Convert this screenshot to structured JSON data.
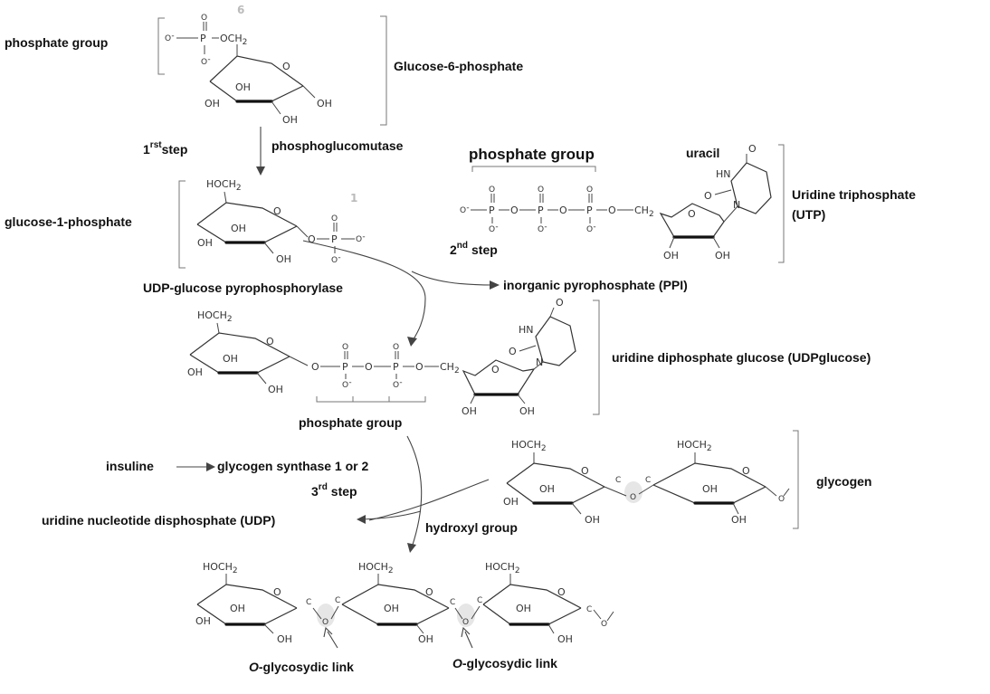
{
  "labels": {
    "phosphate_group_top": "phosphate group",
    "glucose6p": "Glucose-6-phosphate",
    "first_step": "1",
    "first_step_sup": "rst",
    "first_step_word": "step",
    "phosphoglucomutase": "phosphoglucomutase",
    "phosphate_group_utp": "phosphate group",
    "uracil": "uracil",
    "utp_line1": "Uridine triphosphate",
    "utp_line2": "(UTP)",
    "glucose1p": "glucose-1-phosphate",
    "second_step": "2",
    "second_step_sup": "nd",
    "second_step_word": "step",
    "ppi": "inorganic pyrophosphate (PPI)",
    "udpg_pyrophosphorylase": "UDP-glucose pyrophosphorylase",
    "udpglucose": "uridine diphosphate glucose (UDPglucose)",
    "phosphate_group_udp": "phosphate group",
    "insuline": "insuline",
    "glycogen_synthase": "glycogen synthase 1 or 2",
    "glycogen": "glycogen",
    "third_step": "3",
    "third_step_sup": "rd",
    "third_step_word": "step",
    "udp": "uridine nucleotide disphosphate (UDP)",
    "hydroxyl_group": "hydroxyl group",
    "o_link_1_italic": "O",
    "o_link_1_rest": "-glycosydic link",
    "o_link_2_italic": "O",
    "o_link_2_rest": "-glycosydic link"
  },
  "chem": {
    "hoch2": "HOCH",
    "sub2": "2",
    "oh": "OH",
    "o": "O",
    "p": "P",
    "o_minus": "O",
    "c": "C",
    "hn": "HN",
    "n": "N",
    "ch2": "CH",
    "minus": "-",
    "pos6": "6",
    "pos1": "1"
  }
}
